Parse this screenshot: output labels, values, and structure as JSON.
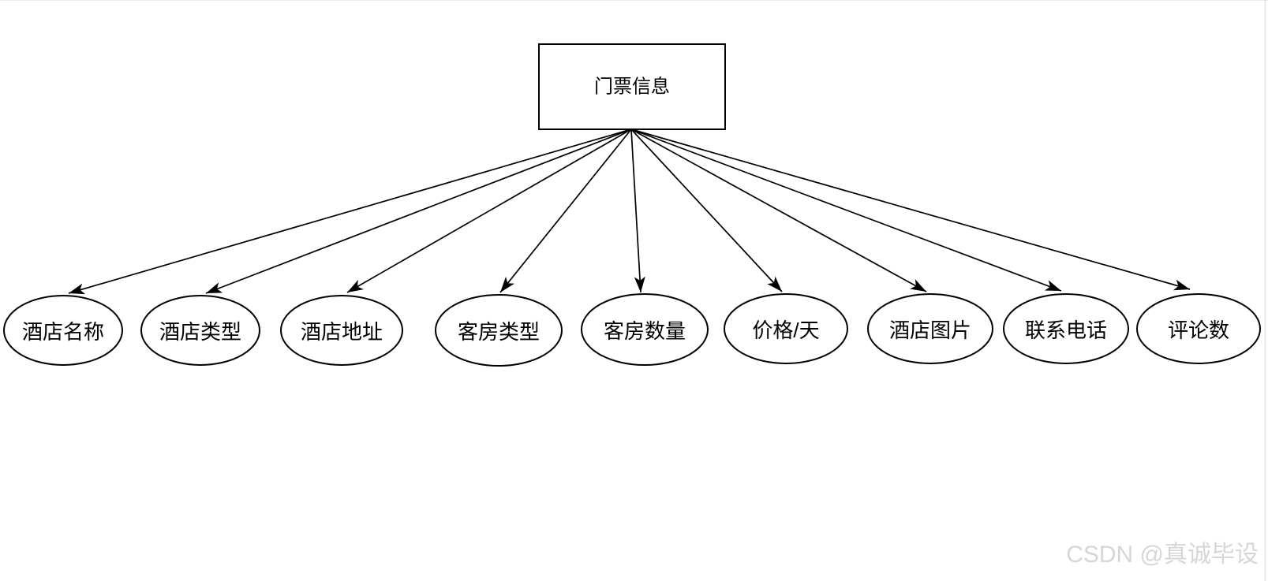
{
  "diagram": {
    "root": {
      "label": "门票信息"
    },
    "entities": [
      {
        "label": "酒店名称"
      },
      {
        "label": "酒店类型"
      },
      {
        "label": "酒店地址"
      },
      {
        "label": "客房类型"
      },
      {
        "label": "客房数量"
      },
      {
        "label": "价格/天"
      },
      {
        "label": "酒店图片"
      },
      {
        "label": "联系电话"
      },
      {
        "label": "评论数"
      }
    ],
    "colors": {
      "shape_stroke": "#000000",
      "shape_fill": "#ffffff",
      "text": "#000000",
      "page_edge_line": "#e4e4e4"
    }
  },
  "watermark": {
    "text": "CSDN @真诚毕设",
    "color": "#d6d6d6"
  }
}
